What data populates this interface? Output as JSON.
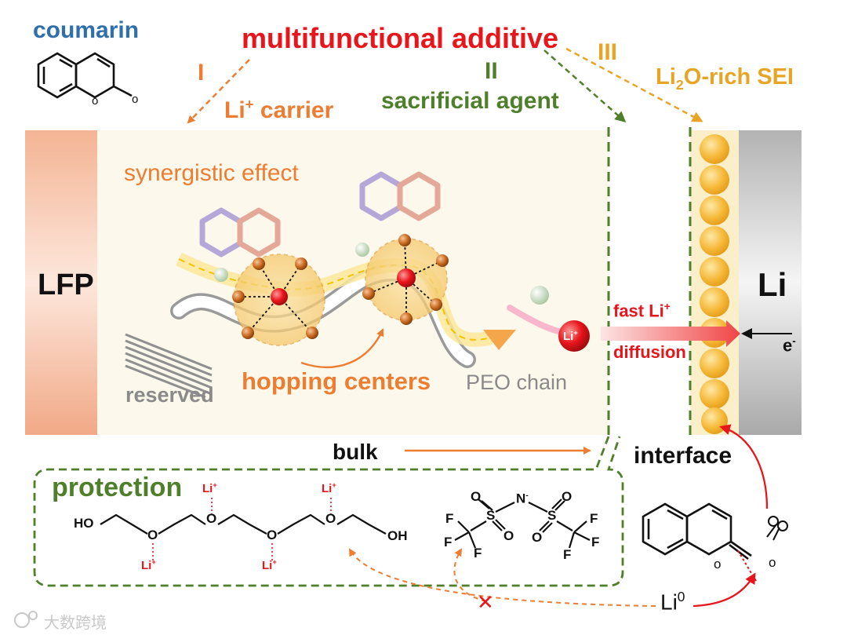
{
  "title": "multifunctional additive",
  "molecule_name": "coumarin",
  "functions": {
    "i_numeral": "I",
    "i_label_pre": "Li",
    "i_label_sup": "+",
    "i_label_post": " carrier",
    "ii_numeral": "II",
    "ii_label": "sacrificial agent",
    "iii_numeral": "III",
    "iii_label_pre": "Li",
    "iii_label_sub": "2",
    "iii_label_post": "O-rich SEI"
  },
  "electrodes": {
    "cathode": "LFP",
    "anode": "Li"
  },
  "bulk_region": {
    "synergy_label": "synergistic effect",
    "hopping_label": "hopping centers",
    "reserved_label": "reserved",
    "chain_label": "PEO chain",
    "li_ion": "Li",
    "li_ion_charge": "+"
  },
  "interface_region": {
    "fast_label_pre": "fast Li",
    "fast_label_sup": "+",
    "diffusion_label": "diffusion",
    "electron_pre": "e",
    "electron_sup": "-",
    "interface_label": "interface",
    "bulk_label": "bulk",
    "li_metal_pre": "Li",
    "li_metal_sup": "0"
  },
  "protection_panel": {
    "label": "protection",
    "peo_end_left": "HO",
    "peo_end_right": "OH",
    "ether_o": "O",
    "li_tag_pre": "Li",
    "li_tag_sup": "+",
    "tfsi_n": "N",
    "tfsi_n_charge": "-",
    "tfsi_s": "S",
    "tfsi_o": "O",
    "tfsi_f": "F",
    "block_mark": "✕"
  },
  "watermark": "大数跨境",
  "colors": {
    "red": "#e8151b",
    "orange": "#ed7d31",
    "green": "#4f7f2a",
    "gold": "#e8a525",
    "blue": "#2e6fac",
    "lfp": "#f0a682",
    "bulk_bg": "#fdf8ec",
    "sei_bead": "#f7b92b",
    "li_metal": "#b5b5b5"
  }
}
